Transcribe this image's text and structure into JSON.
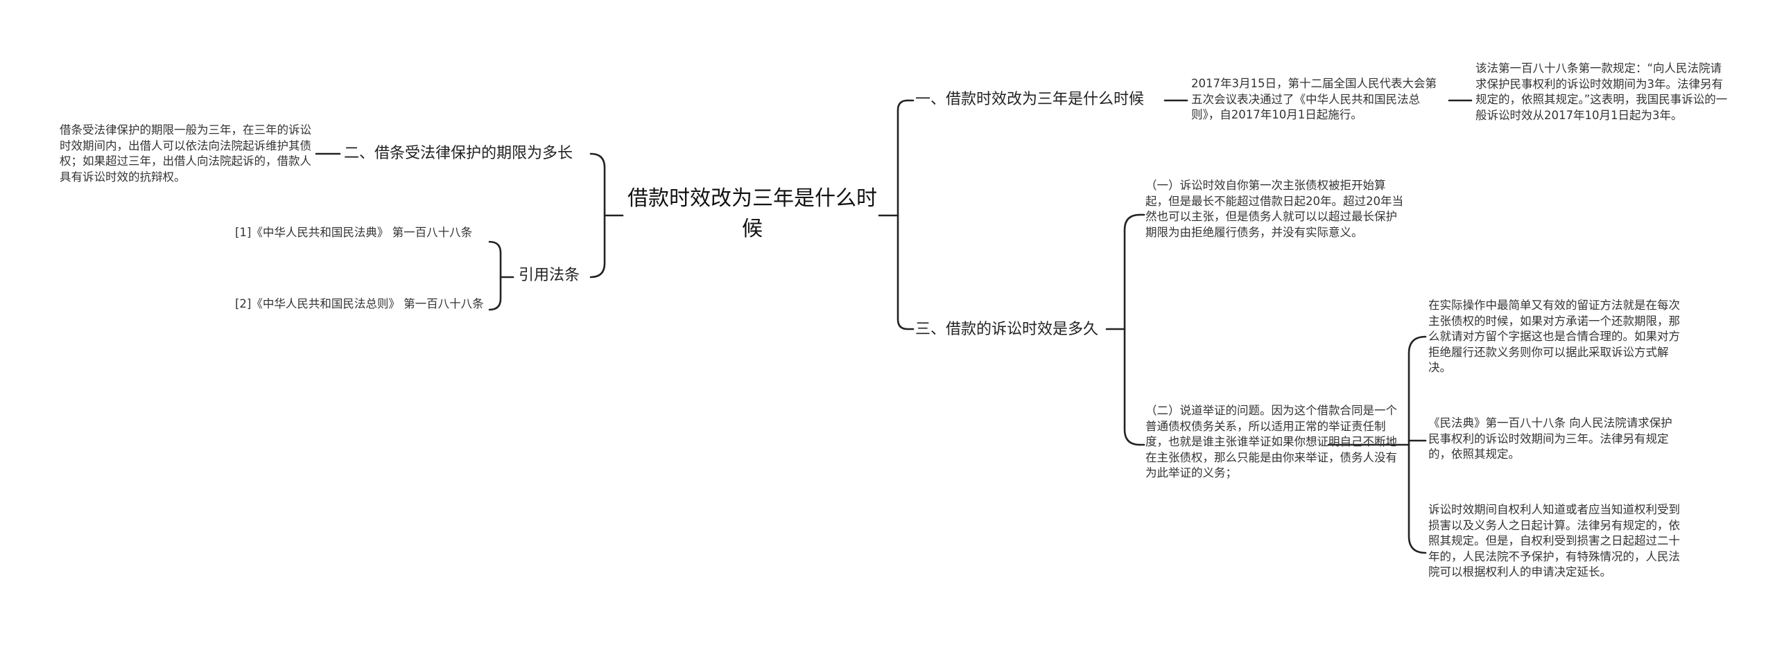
{
  "root": {
    "title": "借款时效改为三年是什么时候"
  },
  "branches": {
    "b1": {
      "label": "一、借款时效改为三年是什么时候",
      "child": "2017年3月15日，第十二届全国人民代表大会第五次会议表决通过了《中华人民共和国民法总则》，自2017年10月1日起施行。",
      "grandchild": "该法第一百八十八条第一款规定：“向人民法院请求保护民事权利的诉讼时效期间为3年。法律另有规定的，依照其规定。”这表明，我国民事诉讼的一般诉讼时效从2017年10月1日起为3年。"
    },
    "b2": {
      "label": "二、借条受法律保护的期限为多长",
      "child": "借条受法律保护的期限一般为三年，在三年的诉讼时效期间内，出借人可以依法向法院起诉维护其债权；如果超过三年，出借人向法院起诉的，借款人具有诉讼时效的抗辩权。"
    },
    "b3": {
      "label": "三、借款的诉讼时效是多久",
      "item1": "（一）诉讼时效自你第一次主张债权被拒开始算起，但是最长不能超过借款日起20年。超过20年当然也可以主张，但是债务人就可以以超过最长保护期限为由拒绝履行债务，并没有实际意义。",
      "item2": "（二）说道举证的问题。因为这个借款合同是一个普通债权债务关系，所以适用正常的举证责任制度，也就是谁主张谁举证如果你想证明自己不断地在主张债权，那么只能是由你来举证，债务人没有为此举证的义务；",
      "sub1": "在实际操作中最简单又有效的留证方法就是在每次主张债权的时候，如果对方承诺一个还款期限，那么就请对方留个字据这也是合情合理的。如果对方拒绝履行还款义务则你可以据此采取诉讼方式解决。",
      "sub2": "《民法典》第一百八十八条 向人民法院请求保护民事权利的诉讼时效期间为三年。法律另有规定的，依照其规定。",
      "sub3": "诉讼时效期间自权利人知道或者应当知道权利受到损害以及义务人之日起计算。法律另有规定的，依照其规定。但是，自权利受到损害之日起超过二十年的，人民法院不予保护，有特殊情况的，人民法院可以根据权利人的申请决定延长。"
    },
    "b4": {
      "label": "引用法条",
      "ref1": "[1]《中华人民共和国民法典》 第一百八十八条",
      "ref2": "[2]《中华人民共和国民法总则》 第一百八十八条"
    }
  },
  "colors": {
    "line": "#222222",
    "text": "#333333"
  }
}
